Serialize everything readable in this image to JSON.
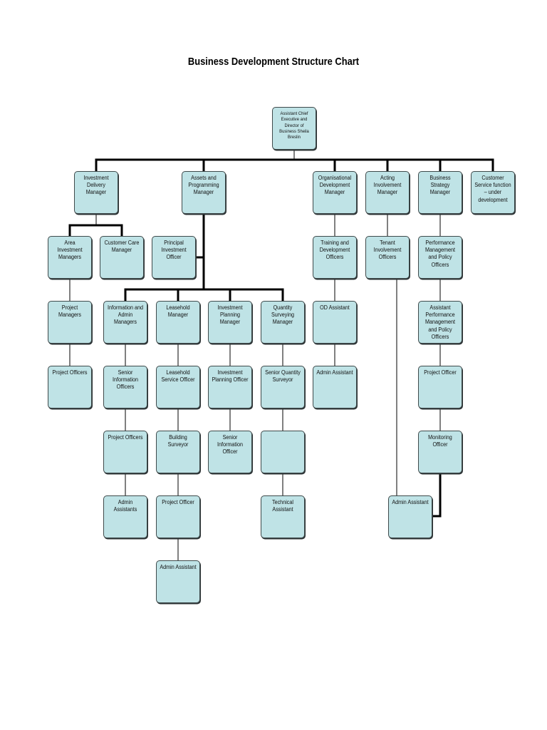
{
  "title": "Business Development Structure Chart",
  "colors": {
    "box_fill": "#bfe3e6",
    "box_border": "#3f4a4b",
    "connector": "#000000"
  },
  "nodes": {
    "ace": "Assistant Chief Executive and Director of Business Sheila Breslin",
    "inv_delivery_mgr": "Investment Delivery Manager",
    "assets_prog_mgr": "Assets and Programming Manager",
    "org_dev_mgr": "Organisational Development Manager",
    "acting_inv_mgr": "Acting Involvement Manager",
    "bus_strategy_mgr": "Business Strategy Manager",
    "cust_service": "Customer Service function – under development",
    "area_inv_mgrs": "Area Investment Managers",
    "cust_care_mgr": "Customer Care Manager",
    "principal_inv_officer": "Principal Investment Officer",
    "training_dev_officers": "Training and Development Officers",
    "tenant_inv_officers": "Tenant Involvement Officers",
    "perf_mgmt_officers": "Performance Management and Policy Officers",
    "project_mgrs": "Project Managers",
    "info_admin_mgrs": "Information and Admin Managers",
    "leasehold_mgr": "Leasehold Manager",
    "inv_planning_mgr": "Investment Planning Manager",
    "qs_mgr": "Quantity Surveying Manager",
    "od_assistant": "OD Assistant",
    "asst_perf_mgmt_officers": "Assistant Performance Management and Policy Officers",
    "project_officers_1": "Project Officers",
    "senior_info_officers": "Senior Information Officers",
    "leasehold_service_officer": "Leasehold Service Officer",
    "inv_planning_officer": "Investment Planning Officer",
    "senior_qs": "Senior Quantity Surveyor",
    "admin_assistant_od": "Admin Assistant",
    "project_officer_bs": "Project Officer",
    "project_officers_2": "Project Officers",
    "building_surveyor": "Building Surveyor",
    "senior_info_officer": "Senior Information Officer",
    "qs_blank": "",
    "monitoring_officer": "Monitoring Officer",
    "admin_assistants": "Admin Assistants",
    "project_officer_ls": "Project Officer",
    "technical_assistant": "Technical Assistant",
    "admin_assistant_ti": "Admin Assistant",
    "admin_assistant_ls": "Admin Assistant"
  }
}
